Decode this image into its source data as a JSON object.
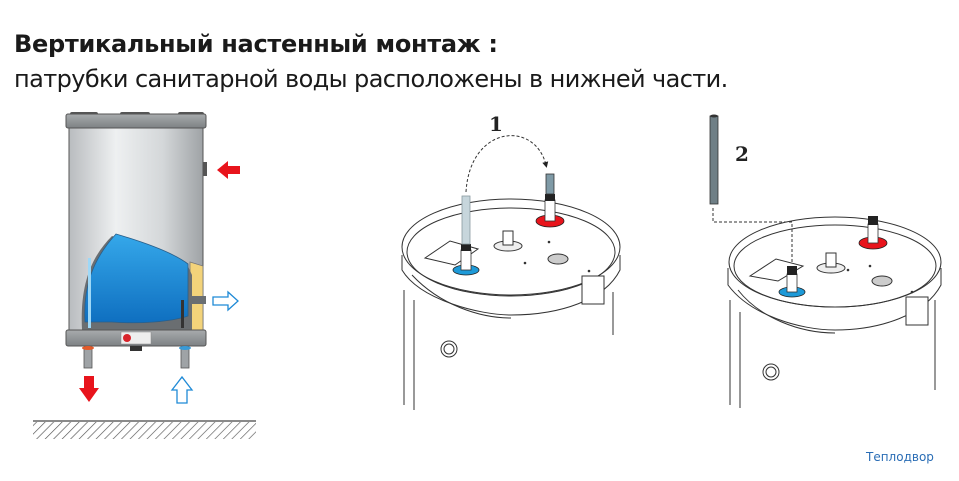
{
  "header": {
    "title": "Вертикальный настенный монтаж :",
    "subtitle": "патрубки санитарной воды расположены в нижней части."
  },
  "figures": {
    "heater_side_view": {
      "description": "wall-mounted water heater cutaway, pipes at bottom",
      "arrows": [
        {
          "name": "hot-water-inlet-arrow",
          "color": "#e8141c",
          "direction": "left"
        },
        {
          "name": "cold-outlet-arrow",
          "color": "#1f8ad6",
          "direction": "right",
          "style": "outline"
        },
        {
          "name": "hot-water-outlet-arrow",
          "color": "#e8141c",
          "direction": "down"
        },
        {
          "name": "cold-water-inlet-arrow",
          "color": "#1f8ad6",
          "direction": "up",
          "style": "outline"
        }
      ]
    },
    "step1": {
      "label": "1"
    },
    "step2": {
      "label": "2"
    }
  },
  "colors": {
    "hot": "#e8141c",
    "cold": "#1e9ad8",
    "tank_blue": "#1f8fd8",
    "insulation": "#f3d37a",
    "body_grey": "#c9ccce"
  },
  "footer": {
    "watermark": "Теплодвор"
  }
}
